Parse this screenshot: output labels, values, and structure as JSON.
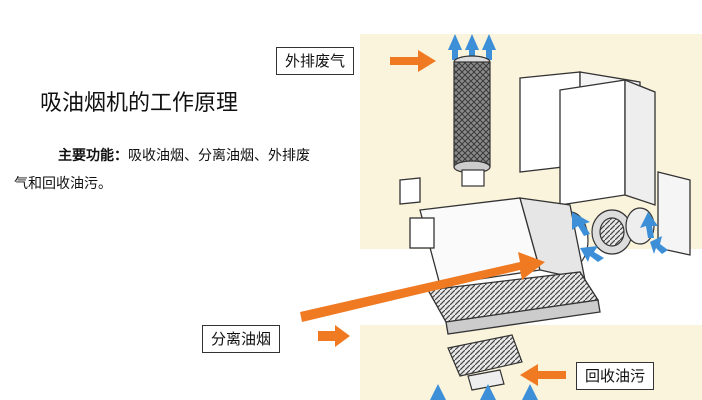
{
  "title": "吸油烟机的工作原理",
  "description": {
    "lead": "主要功能：",
    "text": "吸收油烟、分离油烟、外排废气和回收油污。"
  },
  "labels": {
    "exhaust": "外排废气",
    "separate": "分离油烟",
    "recover": "回收油污"
  },
  "colors": {
    "arrow_orange": "#f07a22",
    "arrow_blue": "#3d8fd8",
    "panel": "#fbf4dc"
  }
}
